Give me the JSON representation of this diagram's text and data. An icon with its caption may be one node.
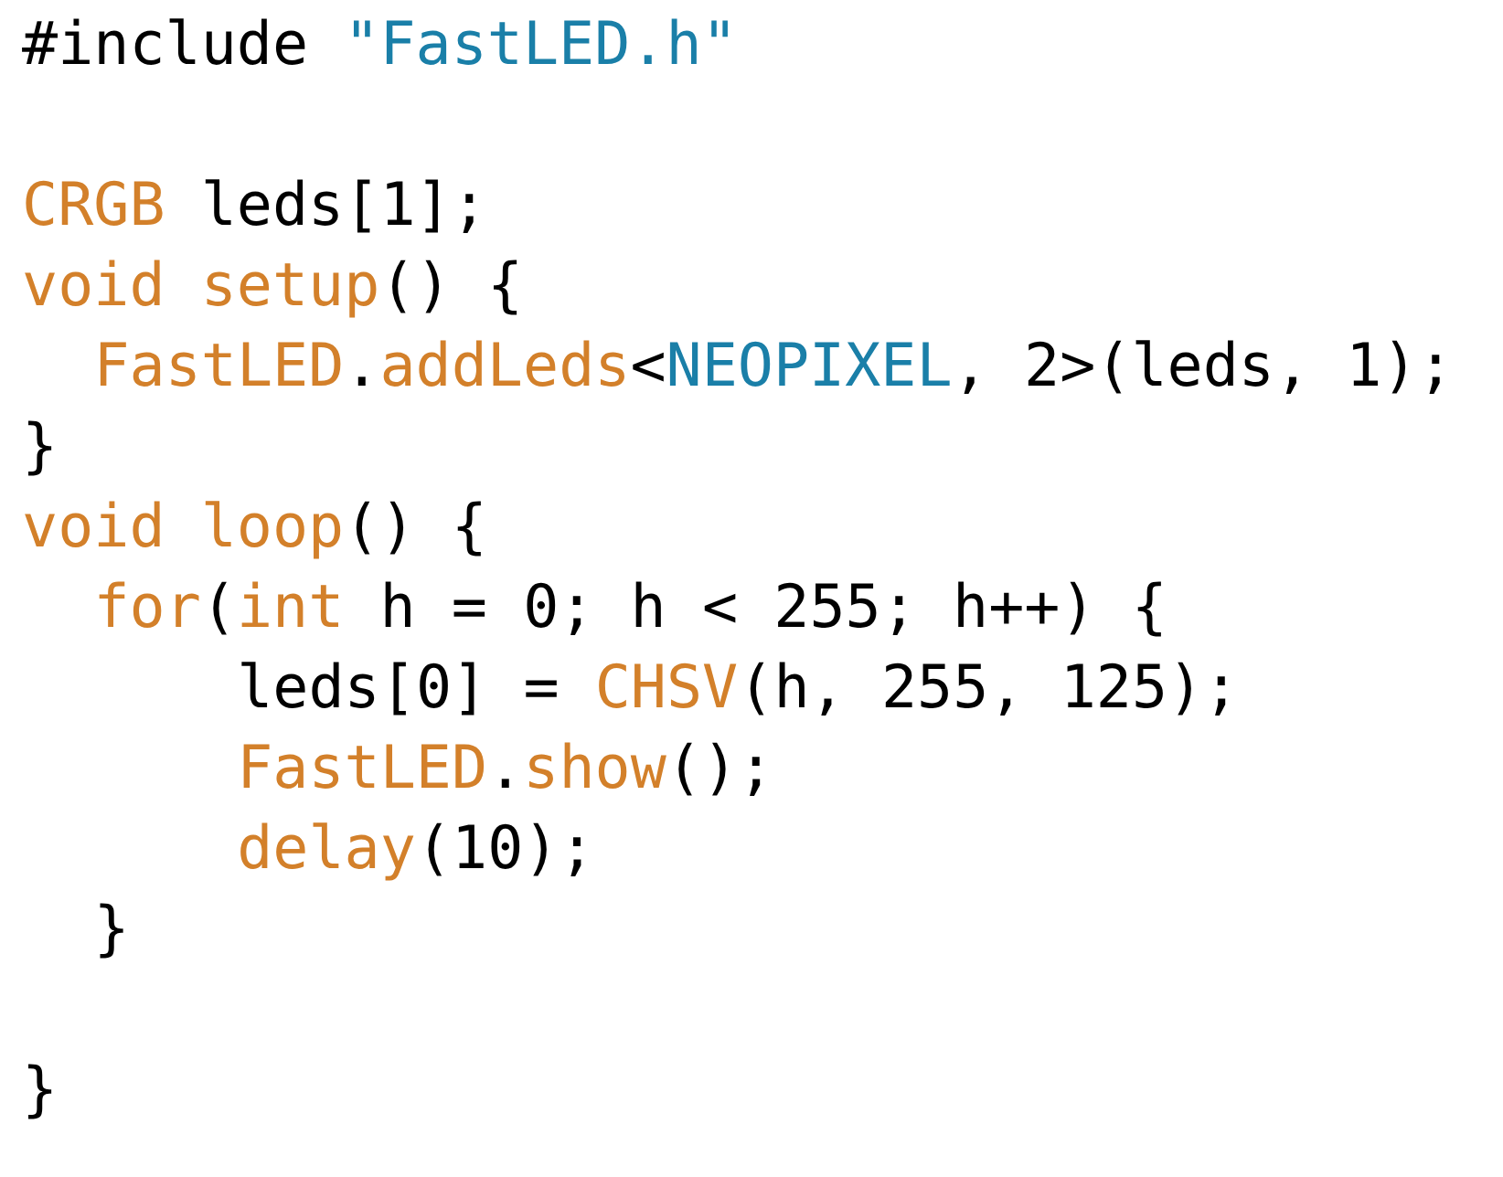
{
  "diagram": {
    "labels": [
      "#include \"FastLED.h\"",
      "CRGB leds[1];",
      "void setup() {",
      "FastLED.addLeds<NEOPIXEL, 2>(leds, 1);",
      "}",
      "void loop() {",
      "for(int h = 0; h < 255; h++) {",
      "leds[0] = CHSV(h, 255, 125);",
      "FastLED.show();",
      "delay(10);",
      "}",
      "}"
    ]
  }
}
